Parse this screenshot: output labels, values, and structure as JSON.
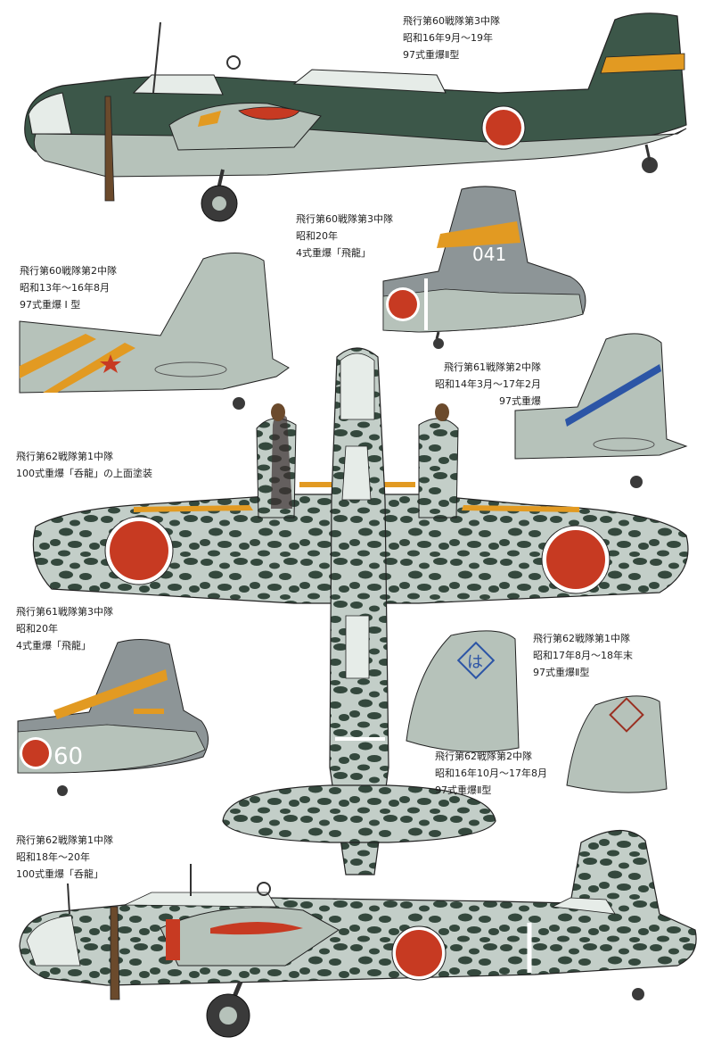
{
  "colors": {
    "dark_green": "#3c5749",
    "light_grey_green": "#b6c2ba",
    "grey": "#8d9597",
    "hinomaru_red": "#c73a22",
    "orange_band": "#e29a22",
    "blue_band": "#2c55a6",
    "mottle_dark": "#34483d",
    "mottle_light": "#c3cec8"
  },
  "captions": [
    {
      "id": "cap1",
      "lines": [
        "飛行第60戦隊第3中隊",
        "昭和16年9月～19年",
        "97式重爆Ⅱ型"
      ]
    },
    {
      "id": "cap2",
      "lines": [
        "飛行第60戦隊第3中隊",
        "昭和20年",
        "4式重爆「飛龍」"
      ]
    },
    {
      "id": "cap3",
      "lines": [
        "飛行第60戦隊第2中隊",
        "昭和13年～16年8月",
        "97式重爆 I 型"
      ]
    },
    {
      "id": "cap4",
      "lines": [
        "飛行第61戦隊第2中隊",
        "昭和14年3月～17年2月",
        "97式重爆"
      ]
    },
    {
      "id": "cap5",
      "lines": [
        "飛行第62戦隊第1中隊",
        "100式重爆「呑龍」の上面塗装"
      ]
    },
    {
      "id": "cap6",
      "lines": [
        "飛行第61戦隊第3中隊",
        "昭和20年",
        "4式重爆「飛龍」"
      ]
    },
    {
      "id": "cap7",
      "lines": [
        "飛行第62戦隊第1中隊",
        "昭和17年8月～18年末",
        "97式重爆Ⅱ型"
      ]
    },
    {
      "id": "cap8",
      "lines": [
        "飛行第62戦隊第2中隊",
        "昭和16年10月～17年8月",
        "97式重爆Ⅱ型"
      ]
    },
    {
      "id": "cap9",
      "lines": [
        "飛行第62戦隊第1中隊",
        "昭和18年～20年",
        "100式重爆「呑龍」"
      ]
    }
  ],
  "tail_codes": {
    "hiryu_60": "041",
    "hiryu_61": "60"
  },
  "tail_emblems": {
    "sentai62_1": "は"
  },
  "icons": {
    "hinomaru": "hinomaru-roundel-icon",
    "star": "red-star-icon"
  }
}
